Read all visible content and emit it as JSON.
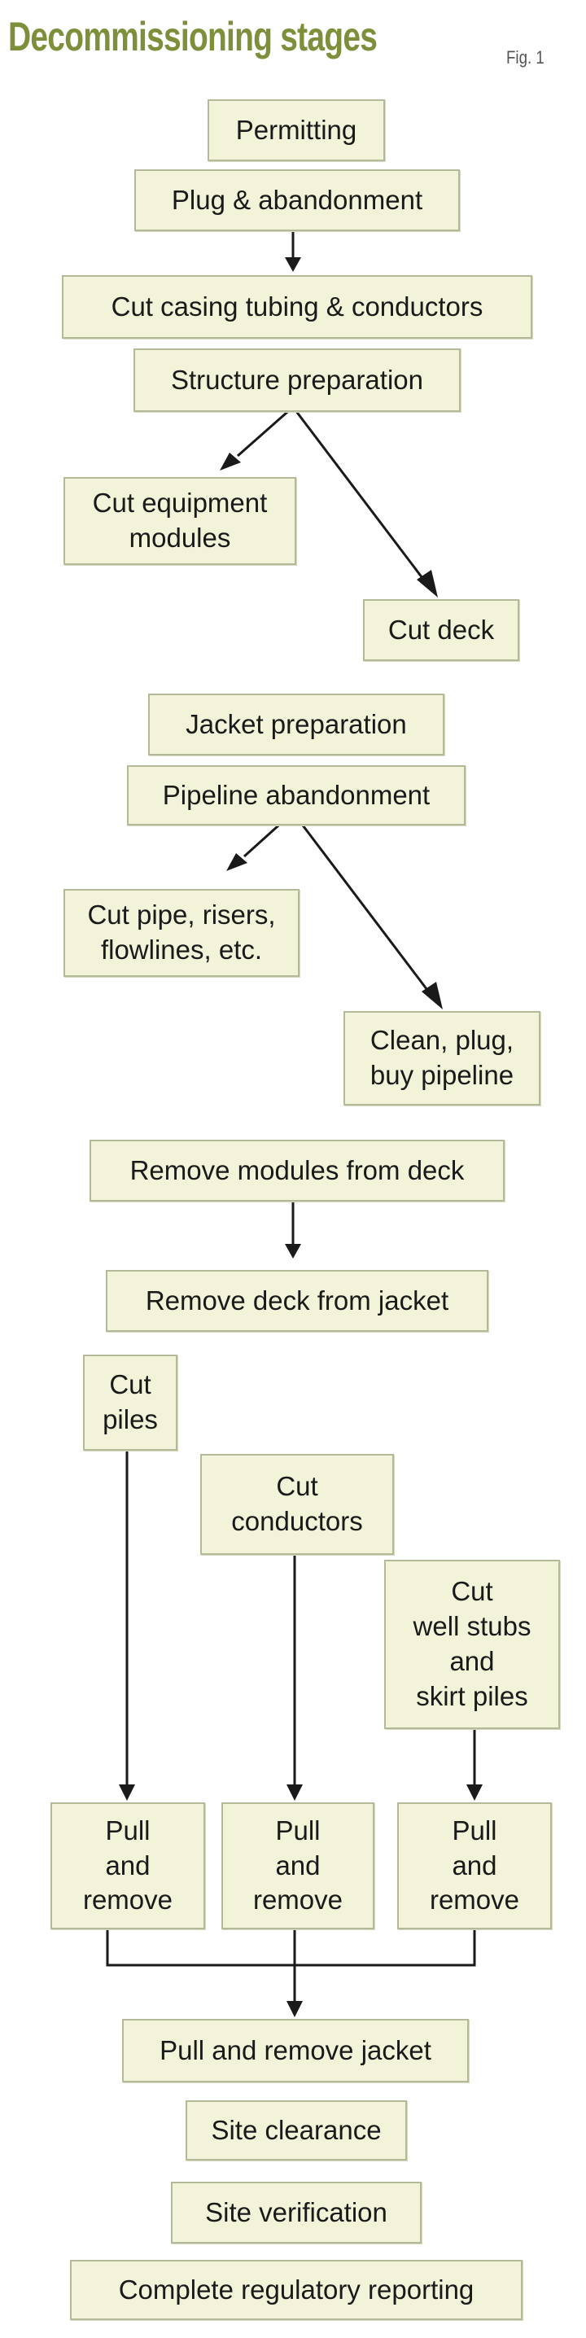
{
  "title": "Decommissioning stages",
  "figure_label": "Fig. 1",
  "stages": {
    "permitting": "Permitting",
    "plug_abandon": "Plug & abandonment",
    "cut_casing": "Cut casing tubing & conductors",
    "structure_prep": "Structure preparation",
    "cut_equipment": "Cut equipment\nmodules",
    "cut_deck": "Cut deck",
    "jacket_prep": "Jacket preparation",
    "pipeline_abandon": "Pipeline abandonment",
    "cut_pipe": "Cut pipe, risers,\nflowlines, etc.",
    "clean_plug": "Clean, plug,\nbuy pipeline",
    "remove_modules": "Remove modules from deck",
    "remove_deck": "Remove deck from jacket",
    "cut_piles": "Cut\npiles",
    "cut_conductors": "Cut\nconductors",
    "cut_well_stubs": "Cut\nwell stubs\nand\nskirt piles",
    "pull_remove_1": "Pull\nand\nremove",
    "pull_remove_2": "Pull\nand\nremove",
    "pull_remove_3": "Pull\nand\nremove",
    "pull_jacket": "Pull and remove jacket",
    "site_clearance": "Site clearance",
    "site_verification": "Site verification",
    "regulatory": "Complete regulatory reporting"
  },
  "colors": {
    "title": "#7d8f3a",
    "box_fill": "#f2f3d8",
    "box_border": "#b4b99a",
    "line": "#1a1a1a"
  }
}
